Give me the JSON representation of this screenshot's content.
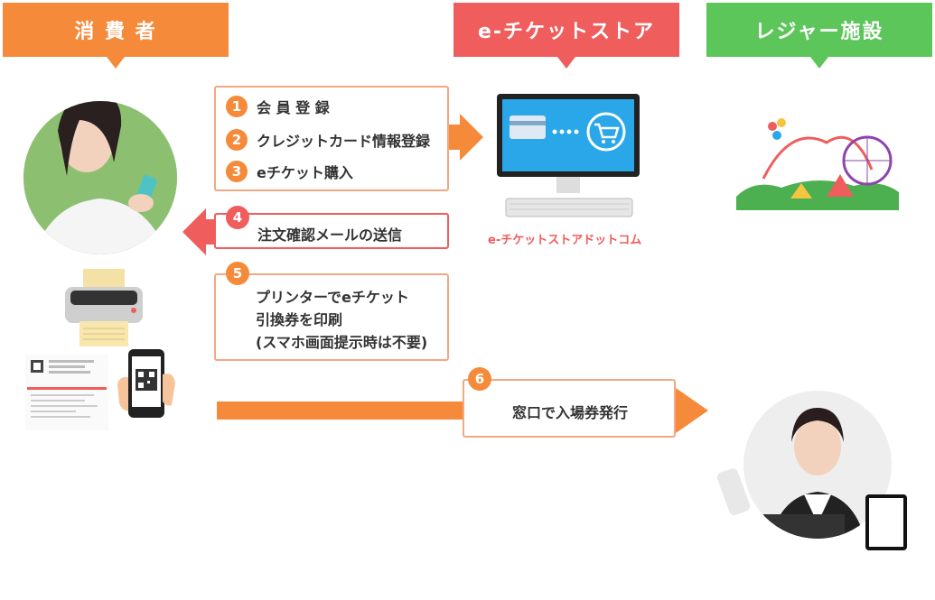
{
  "headers": {
    "consumer": "消 費 者",
    "store": "e-チケットストア",
    "leisure": "レジャー施設"
  },
  "steps": [
    {
      "num": "1",
      "label": "会 員 登 録",
      "color": "#f58a3b"
    },
    {
      "num": "2",
      "label": "クレジットカード情報登録",
      "color": "#f58a3b"
    },
    {
      "num": "3",
      "label": "eチケット購入",
      "color": "#f58a3b"
    },
    {
      "num": "4",
      "label": "注文確認メールの送信",
      "color": "#ef5d5d"
    },
    {
      "num": "5",
      "lines": [
        "プリンターでeチケット",
        "引換券を印刷",
        "(スマホ画面提示時は不要)"
      ],
      "color": "#f58a3b"
    },
    {
      "num": "6",
      "label": "窓口で入場券発行",
      "color": "#f58a3b"
    }
  ],
  "store_caption": "e-チケットストアドットコム",
  "colors": {
    "orange": "#f58a3b",
    "red": "#ef5d5d",
    "green": "#5cc65a",
    "border": "#f2a882"
  }
}
